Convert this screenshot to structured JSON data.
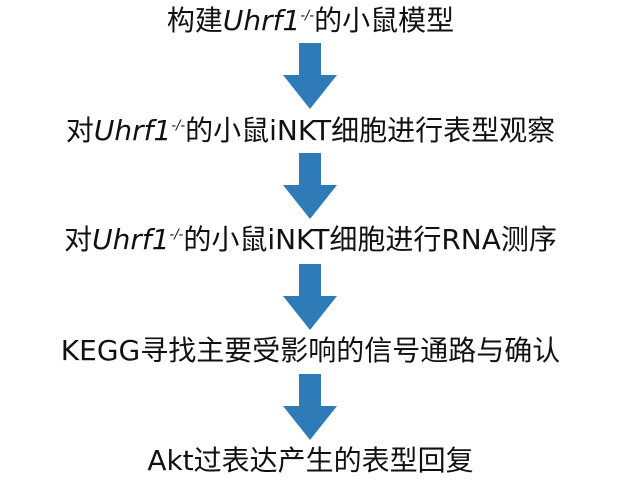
{
  "colors": {
    "arrow": "#2e7bb8",
    "text": "#111111"
  },
  "steps": [
    {
      "pre": "构建",
      "italic": "Uhrf1",
      "sup": "-/-",
      "post": "的小鼠模型"
    },
    {
      "pre": "对",
      "italic": "Uhrf1",
      "sup": "-/-",
      "post": "的小鼠iNKT细胞进行表型观察"
    },
    {
      "pre": "对",
      "italic": "Uhrf1",
      "sup": "-/-",
      "post": "的小鼠iNKT细胞进行RNA测序"
    },
    {
      "text": "KEGG寻找主要受影响的信号通路与确认"
    },
    {
      "text": "Akt过表达产生的表型回复"
    }
  ],
  "arrow_icon": "down-arrow-icon"
}
